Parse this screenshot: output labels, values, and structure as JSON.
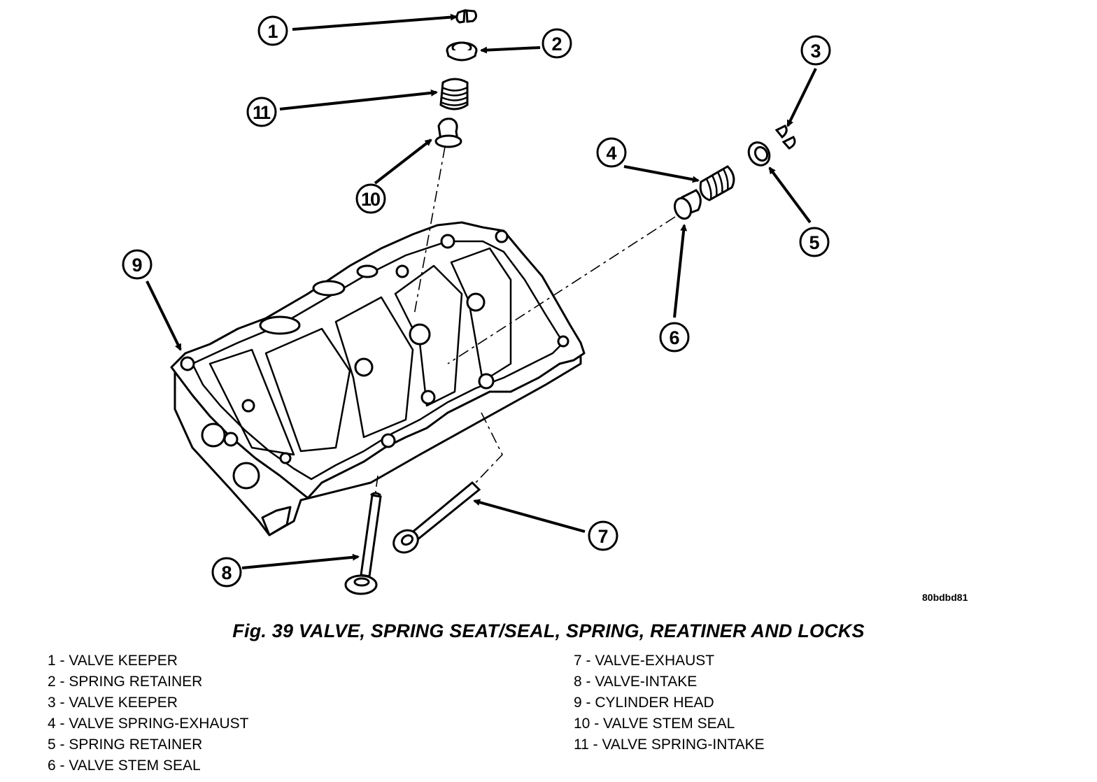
{
  "callouts": [
    {
      "num": "1"
    },
    {
      "num": "2"
    },
    {
      "num": "3"
    },
    {
      "num": "4"
    },
    {
      "num": "5"
    },
    {
      "num": "6"
    },
    {
      "num": "7"
    },
    {
      "num": "8"
    },
    {
      "num": "9"
    },
    {
      "num": "10"
    },
    {
      "num": "11"
    }
  ],
  "image_code": "80bdbd81",
  "caption": "Fig. 39 VALVE, SPRING SEAT/SEAL, SPRING, REATINER AND LOCKS",
  "legend": [
    "1 - VALVE KEEPER",
    "2 - SPRING RETAINER",
    "3 - VALVE KEEPER",
    "4 - VALVE SPRING-EXHAUST",
    "5 - SPRING RETAINER",
    "6 - VALVE STEM SEAL",
    "7 - VALVE-EXHAUST",
    "8 - VALVE-INTAKE",
    "9 - CYLINDER HEAD",
    "10 - VALVE STEM SEAL",
    "11 - VALVE SPRING-INTAKE"
  ]
}
